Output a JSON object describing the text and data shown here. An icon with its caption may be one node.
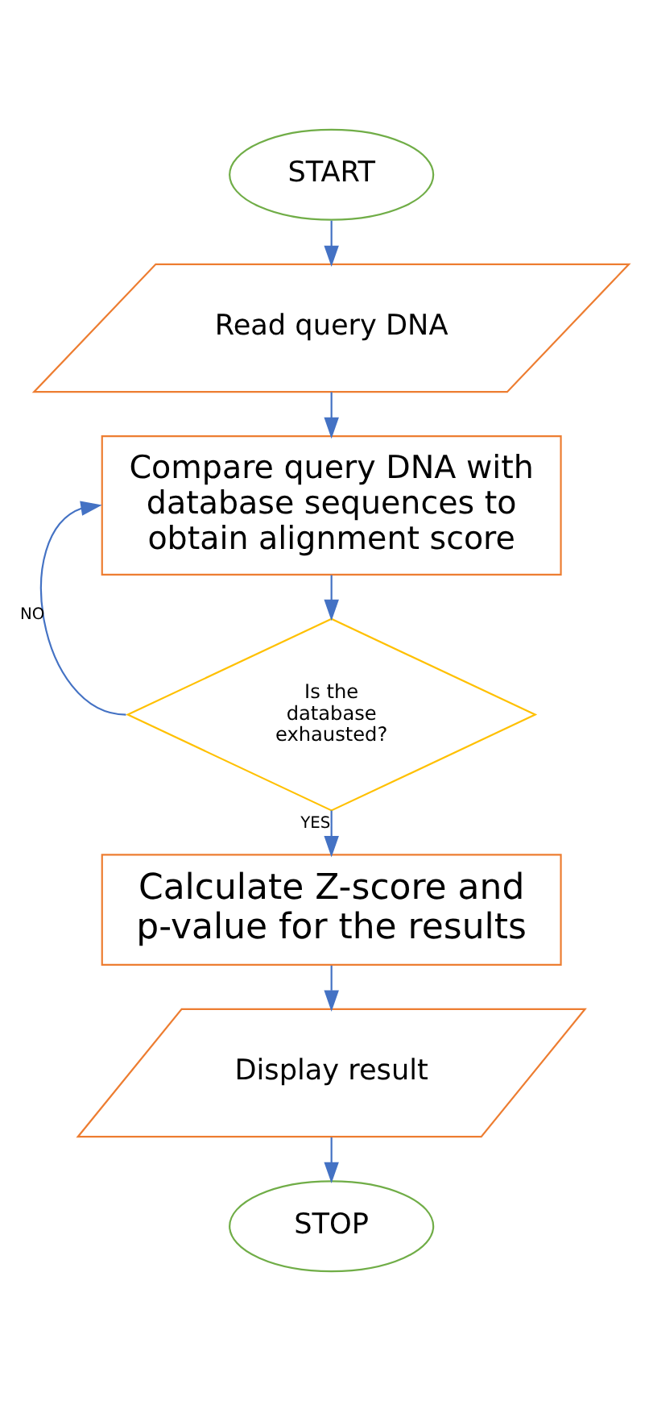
{
  "diagram": {
    "nodes": [
      {
        "text": [
          "START"
        ]
      },
      {
        "text": [
          "Read query DNA"
        ]
      },
      {
        "text": [
          "Compare query DNA with database sequences to obtain alignment score"
        ]
      },
      {
        "text": [
          "Is the database exhausted?"
        ]
      },
      {
        "text": [
          "Calculate Z-score and p-value for the results"
        ]
      },
      {
        "text": [
          "Display result"
        ]
      },
      {
        "text": [
          "STOP"
        ]
      }
    ],
    "edges": [
      {
        "from": 0,
        "to": 1,
        "arrow": "to"
      },
      {
        "from": 1,
        "to": 2,
        "arrow": "to"
      },
      {
        "from": 2,
        "to": 3,
        "arrow": "to"
      },
      {
        "from": 3,
        "to": 2,
        "arrow": "to",
        "label": "NO"
      },
      {
        "from": 3,
        "to": 4,
        "arrow": "to",
        "label": "YES"
      },
      {
        "from": 4,
        "to": 5,
        "arrow": "to"
      },
      {
        "from": 5,
        "to": 6,
        "arrow": "to"
      }
    ]
  }
}
